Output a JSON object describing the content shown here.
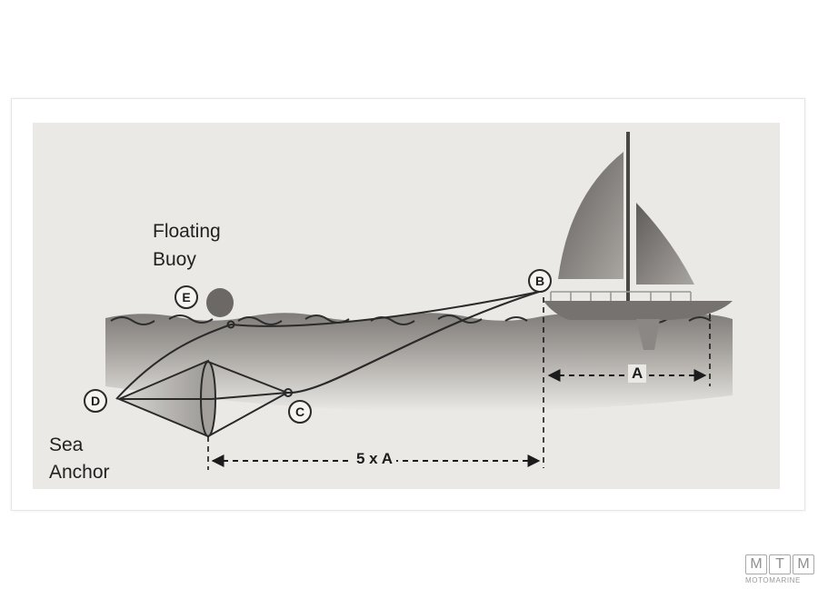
{
  "labels": {
    "floating_buoy_line1": "Floating",
    "floating_buoy_line2": "Buoy",
    "sea_anchor_line1": "Sea",
    "sea_anchor_line2": "Anchor"
  },
  "points": {
    "b": "B",
    "c": "C",
    "d": "D",
    "e": "E"
  },
  "dimensions": {
    "boat_length": "A",
    "rode_length": "5 x A"
  },
  "watermark": {
    "letters": [
      "M",
      "T",
      "M"
    ],
    "subtitle": "MOTOMARINE"
  },
  "colors": {
    "background": "#ebe9e5",
    "sea": "#8f8c88",
    "sail": "#6f6c69",
    "line": "#2a2a2a"
  }
}
